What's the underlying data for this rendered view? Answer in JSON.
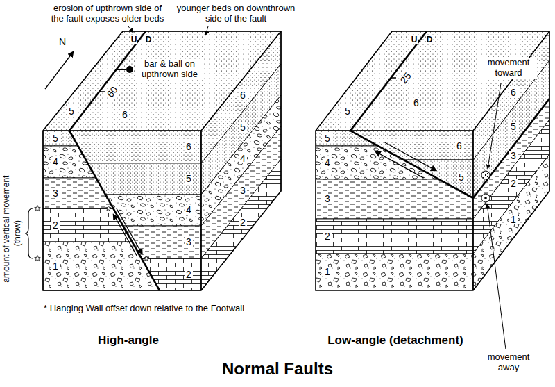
{
  "diagram": {
    "title": "Normal Faults",
    "labels": [
      "erosion of upthrown side of the fault exposes older beds",
      "younger beds on downthrown side of the fault",
      "U",
      "D",
      "bar & ball on upthrown side",
      "60",
      "N",
      "5",
      "6",
      "5",
      "4",
      "3",
      "2",
      "1",
      "6",
      "5",
      "4",
      "3",
      "2",
      "6",
      "5",
      "4",
      "3",
      "2",
      "amount of vertical movement",
      "(throw)",
      "* Hanging Wall offset down relative to the Footwall",
      "High-angle",
      "U",
      "D",
      "25",
      "5",
      "6",
      "movement toward",
      "5",
      "4",
      "3",
      "2",
      "1",
      "6",
      "5",
      "6",
      "5",
      "3",
      "2",
      "1",
      "movement away",
      "Low-angle (detachment)"
    ]
  }
}
